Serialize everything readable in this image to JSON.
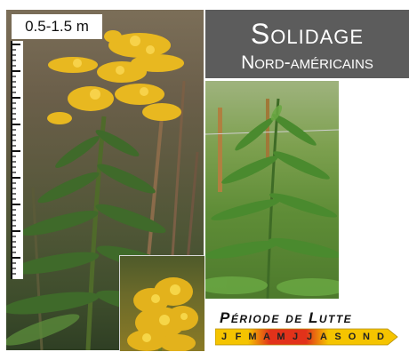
{
  "title": {
    "main": "Solidage",
    "sub": "Nord-américains"
  },
  "height_label": "0.5-1.5 m",
  "period": {
    "title": "Période de Lutte",
    "months": [
      "J",
      "F",
      "M",
      "A",
      "M",
      "J",
      "J",
      "A",
      "S",
      "O",
      "N",
      "D"
    ]
  },
  "colors": {
    "title_bg": "#5c5c5c",
    "flower_yellow": "#e8b820",
    "months_bar": "#f5c400",
    "months_highlight": "#e2321a"
  }
}
